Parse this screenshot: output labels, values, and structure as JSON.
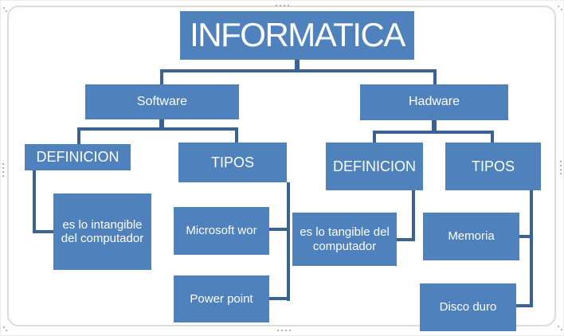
{
  "colors": {
    "node_fill": "#4f81bd",
    "connector": "#3a6293",
    "node_text": "#ffffff",
    "frame_border": "#dcdcdc"
  },
  "diagram": {
    "title": "INFORMATICA",
    "branches": {
      "software": {
        "label": "Software",
        "definicion_label": "DEFINICION",
        "definicion_text": "es lo intangible del computador",
        "tipos_label": "TIPOS",
        "tipos_items": [
          "Microsoft wor",
          "Power point"
        ]
      },
      "hardware": {
        "label": "Hadware",
        "definicion_label": "DEFINICION",
        "definicion_text": "es lo tangible del computador",
        "tipos_label": "TIPOS",
        "tipos_items": [
          "Memoria",
          "Disco duro"
        ]
      }
    }
  }
}
